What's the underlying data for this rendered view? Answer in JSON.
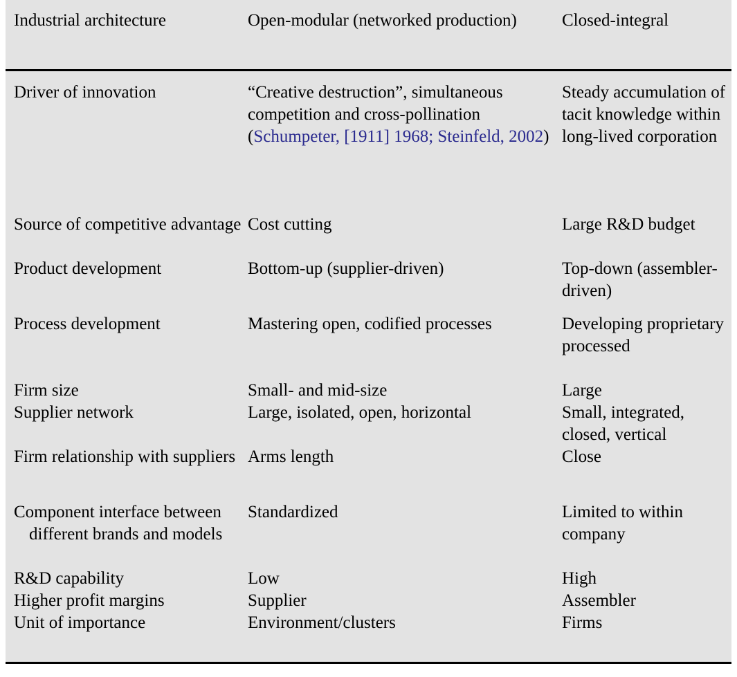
{
  "document": {
    "type": "comparison-table",
    "background_color": "#e3e3e3",
    "page_color": "#ffffff",
    "text_color": "#000000",
    "citation_color": "#2b2b8f",
    "rule_color": "#000000"
  },
  "table": {
    "header": {
      "col1": "Industrial architecture",
      "col2": "Open-modular (networked production)",
      "col3": "Closed-integral"
    },
    "rows": [
      {
        "col1": "Driver of innovation",
        "col2_pre": "“Creative destruction”, simultaneous competition and cross-pollination (",
        "col2_cite": "Schumpeter, [1911] 1968; Steinfeld, 2002",
        "col2_post": ")",
        "col3": "Steady accumulation of tacit knowledge within long-lived corporation"
      },
      {
        "col1": "Source of competitive advantage",
        "col2": "Cost cutting",
        "col3": "Large R&D budget"
      },
      {
        "col1": "Product development",
        "col2": "Bottom-up (supplier-driven)",
        "col3": "Top-down (assembler-driven)"
      },
      {
        "col1": "Process development",
        "col2": "Mastering open, codified processes",
        "col3": "Developing proprietary processed"
      },
      {
        "col1": "Firm size",
        "col2": "Small- and mid-size",
        "col3": "Large"
      },
      {
        "col1": "Supplier network",
        "col2": "Large, isolated, open, horizontal",
        "col3": "Small, integrated, closed, vertical"
      },
      {
        "col1": "Firm relationship with suppliers",
        "col2": "Arms length",
        "col3": "Close"
      },
      {
        "col1": "Component interface between different brands and models",
        "col2": "Standardized",
        "col3": "Limited to within company"
      },
      {
        "col1": "R&D capability",
        "col2": "Low",
        "col3": "High"
      },
      {
        "col1": "Higher profit margins",
        "col2": "Supplier",
        "col3": "Assembler"
      },
      {
        "col1": "Unit of importance",
        "col2": "Environment/clusters",
        "col3": "Firms"
      }
    ]
  }
}
